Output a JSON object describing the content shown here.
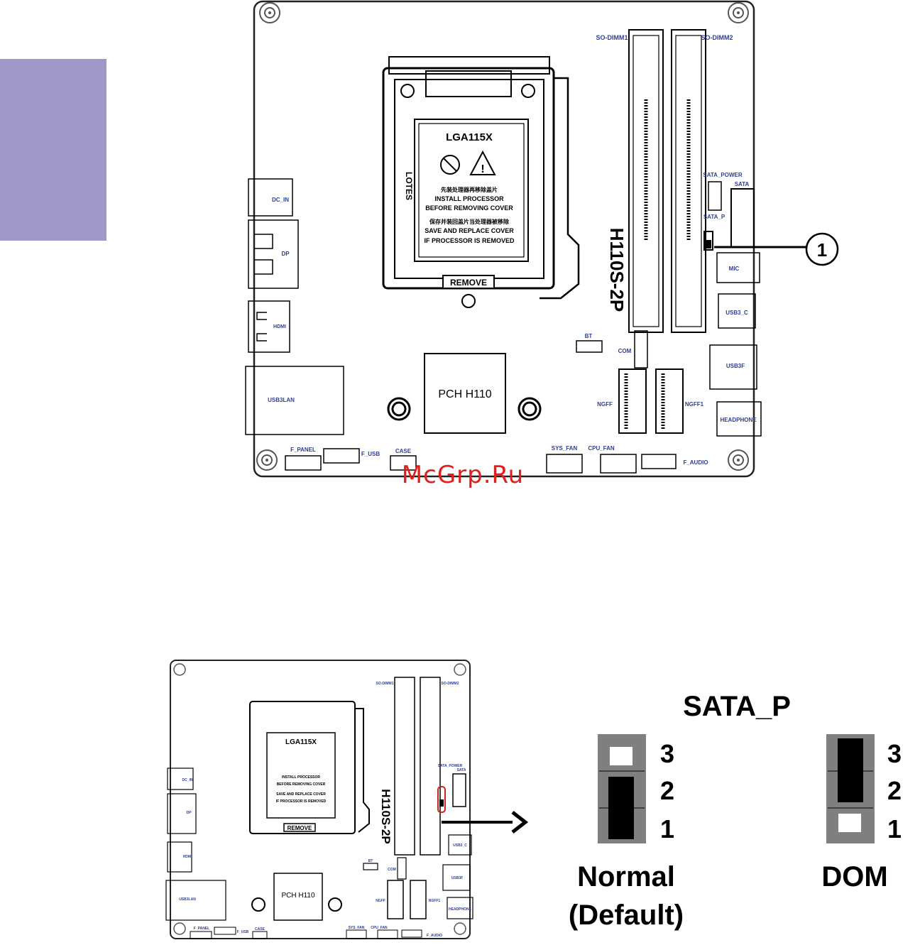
{
  "board": {
    "model": "H110S-2P",
    "socket": "LGA115X",
    "socket_brand": "LOTES",
    "socket_text_cn1": "先装处理器再移除盖片",
    "socket_text1": "INSTALL PROCESSOR",
    "socket_text2": "BEFORE REMOVING COVER",
    "socket_text_cn2": "保存并装回盖片当处理器被移除",
    "socket_text3": "SAVE AND REPLACE COVER",
    "socket_text4": "IF PROCESSOR IS REMOVED",
    "remove": "REMOVE",
    "pch": "PCH H110",
    "labels": {
      "so_dimm1": "SO-DIMM1",
      "so_dimm2": "SO-DIMM2",
      "sata_power": "SATA_POWER",
      "sata": "SATA",
      "sata_p": "SATA_P",
      "dc_in": "DC_IN",
      "dp": "DP",
      "hdmi": "HDMI",
      "usb3lan": "USB3LAN",
      "mic": "MIC",
      "usb3_c": "USB3_C",
      "usb3f": "USB3F",
      "headphone": "HEADPHONE",
      "bt": "BT",
      "com": "COM",
      "ngff": "NGFF",
      "ngff1": "NGFF1",
      "f_panel": "F_PANEL",
      "f_usb": "F_USB",
      "case": "CASE",
      "sys_fan": "SYS_FAN",
      "cpu_fan": "CPU_FAN",
      "f_audio": "F_AUDIO"
    },
    "callout": "1"
  },
  "watermark": "McGrp.Ru",
  "jumper": {
    "title": "SATA_P",
    "pins": [
      "3",
      "2",
      "1"
    ],
    "normal_label": "Normal",
    "normal_sub": "(Default)",
    "dom_label": "DOM"
  }
}
